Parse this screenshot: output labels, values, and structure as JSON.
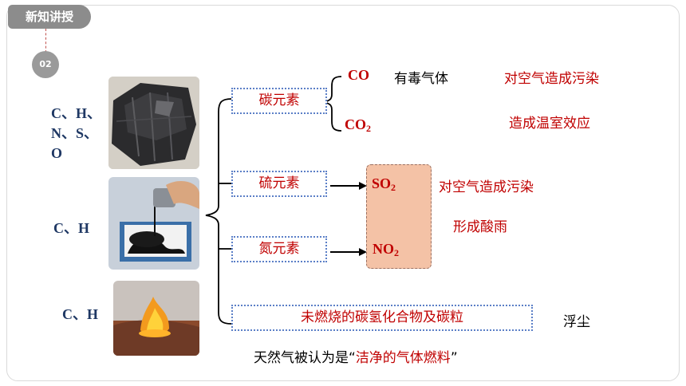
{
  "header": {
    "section_tag": "新知讲授",
    "section_number": "02"
  },
  "sources": [
    {
      "elements_line1": "C、H、",
      "elements_line2": "N、S、",
      "elements_line3": "O",
      "image": "coal-photo"
    },
    {
      "elements": "C、H",
      "image": "oil-photo"
    },
    {
      "elements": "C、H",
      "image": "natural-gas-flame-photo"
    }
  ],
  "categories": {
    "carbon": "碳元素",
    "sulfur": "硫元素",
    "nitrogen": "氮元素",
    "unburned": "未燃烧的碳氢化合物及碳粒"
  },
  "products": {
    "co": {
      "base": "CO",
      "sub": ""
    },
    "co2": {
      "base": "CO",
      "sub": "2"
    },
    "so2": {
      "base": "SO",
      "sub": "2"
    },
    "no2": {
      "base": "NO",
      "sub": "2"
    }
  },
  "effects": {
    "co_toxic": "有毒气体",
    "co_pollution": "对空气造成污染",
    "co2_effect": "造成温室效应",
    "so2_pollution": "对空气造成污染",
    "acid_rain": "形成酸雨",
    "dust": "浮尘"
  },
  "footer": {
    "prefix": "天然气被认为是",
    "open_quote": "“",
    "highlight": "洁净的气体燃料",
    "close_quote": "”"
  },
  "colors": {
    "accent_red": "#c00000",
    "element_blue": "#1f3864",
    "box_border": "#5b7fc7",
    "oxide_fill": "#f4c2a6"
  }
}
